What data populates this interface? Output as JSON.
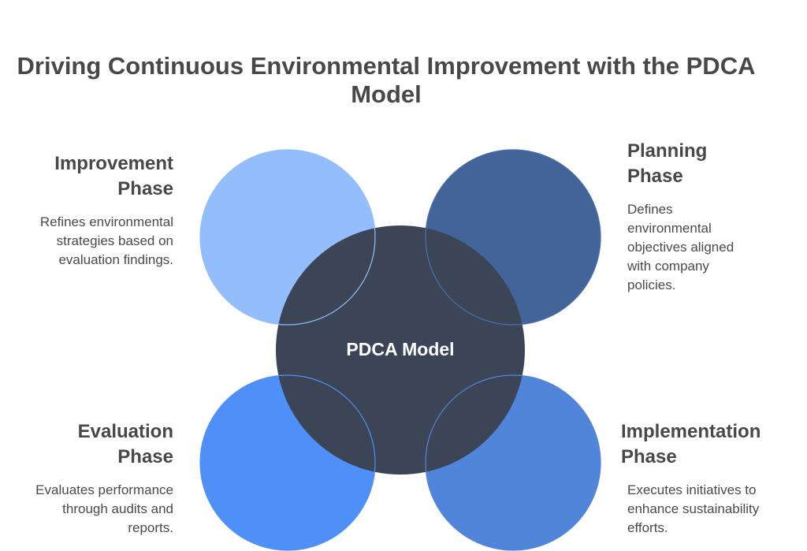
{
  "title": "Driving Continuous Environmental Improvement with the PDCA Model",
  "center": {
    "label": "PDCA Model",
    "color": "#3b4556"
  },
  "phases": [
    {
      "id": "improvement",
      "heading": "Improvement Phase",
      "description": "Refines environmental strategies based on evaluation findings.",
      "position": "top-left",
      "color": "#93bdfb"
    },
    {
      "id": "planning",
      "heading": "Planning Phase",
      "description": "Defines environmental objectives aligned with company policies.",
      "position": "top-right",
      "color": "#426498"
    },
    {
      "id": "evaluation",
      "heading": "Evaluation Phase",
      "description": "Evaluates performance through audits and reports.",
      "position": "bottom-left",
      "color": "#4e90f8"
    },
    {
      "id": "implementation",
      "heading": "Implementation Phase",
      "description": "Executes initiatives to enhance sustainability efforts.",
      "position": "bottom-right",
      "color": "#5085d9"
    }
  ]
}
